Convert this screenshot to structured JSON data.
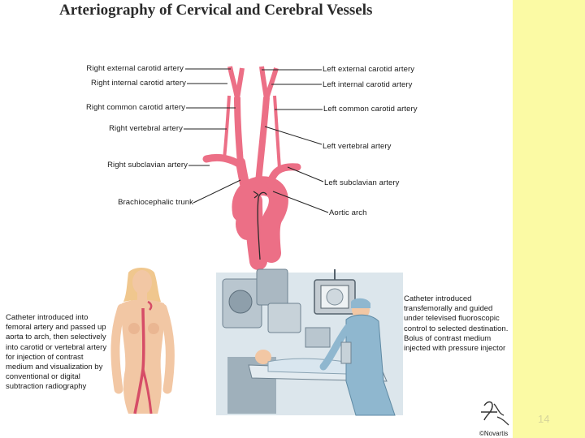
{
  "title": "Arteriography of Cervical and Cerebral Vessels",
  "labels_left": {
    "right_external_carotid": "Right external carotid artery",
    "right_internal_carotid": "Right internal carotid artery",
    "right_common_carotid": "Right common carotid artery",
    "right_vertebral": "Right vertebral artery",
    "right_subclavian": "Right subclavian artery",
    "brachiocephalic": "Brachiocephalic trunk"
  },
  "labels_right": {
    "left_external_carotid": "Left external carotid artery",
    "left_internal_carotid": "Left internal carotid artery",
    "left_common_carotid": "Left common carotid artery",
    "left_vertebral": "Left vertebral artery",
    "left_subclavian": "Left subclavian artery",
    "aortic_arch": "Aortic arch"
  },
  "caption_left": "Catheter introduced into femoral artery and passed up aorta to arch, then selectively into carotid or vertebral artery for injection of contrast medium and visualization by conventional or digital subtraction radiography",
  "caption_right": "Catheter introduced transfemorally and guided under televised fluoroscopic control to selected destination. Bolus of contrast medium injected with pressure injector",
  "logo_text": "©Novartis",
  "page_number": "14",
  "colors": {
    "artery": "#ec6f86",
    "artery_dark": "#c94a63",
    "side_strip": "#fbfaa4",
    "skin": "#f2c7a4",
    "scrubs": "#8fb7cf",
    "equipment": "#b9c6cf"
  }
}
